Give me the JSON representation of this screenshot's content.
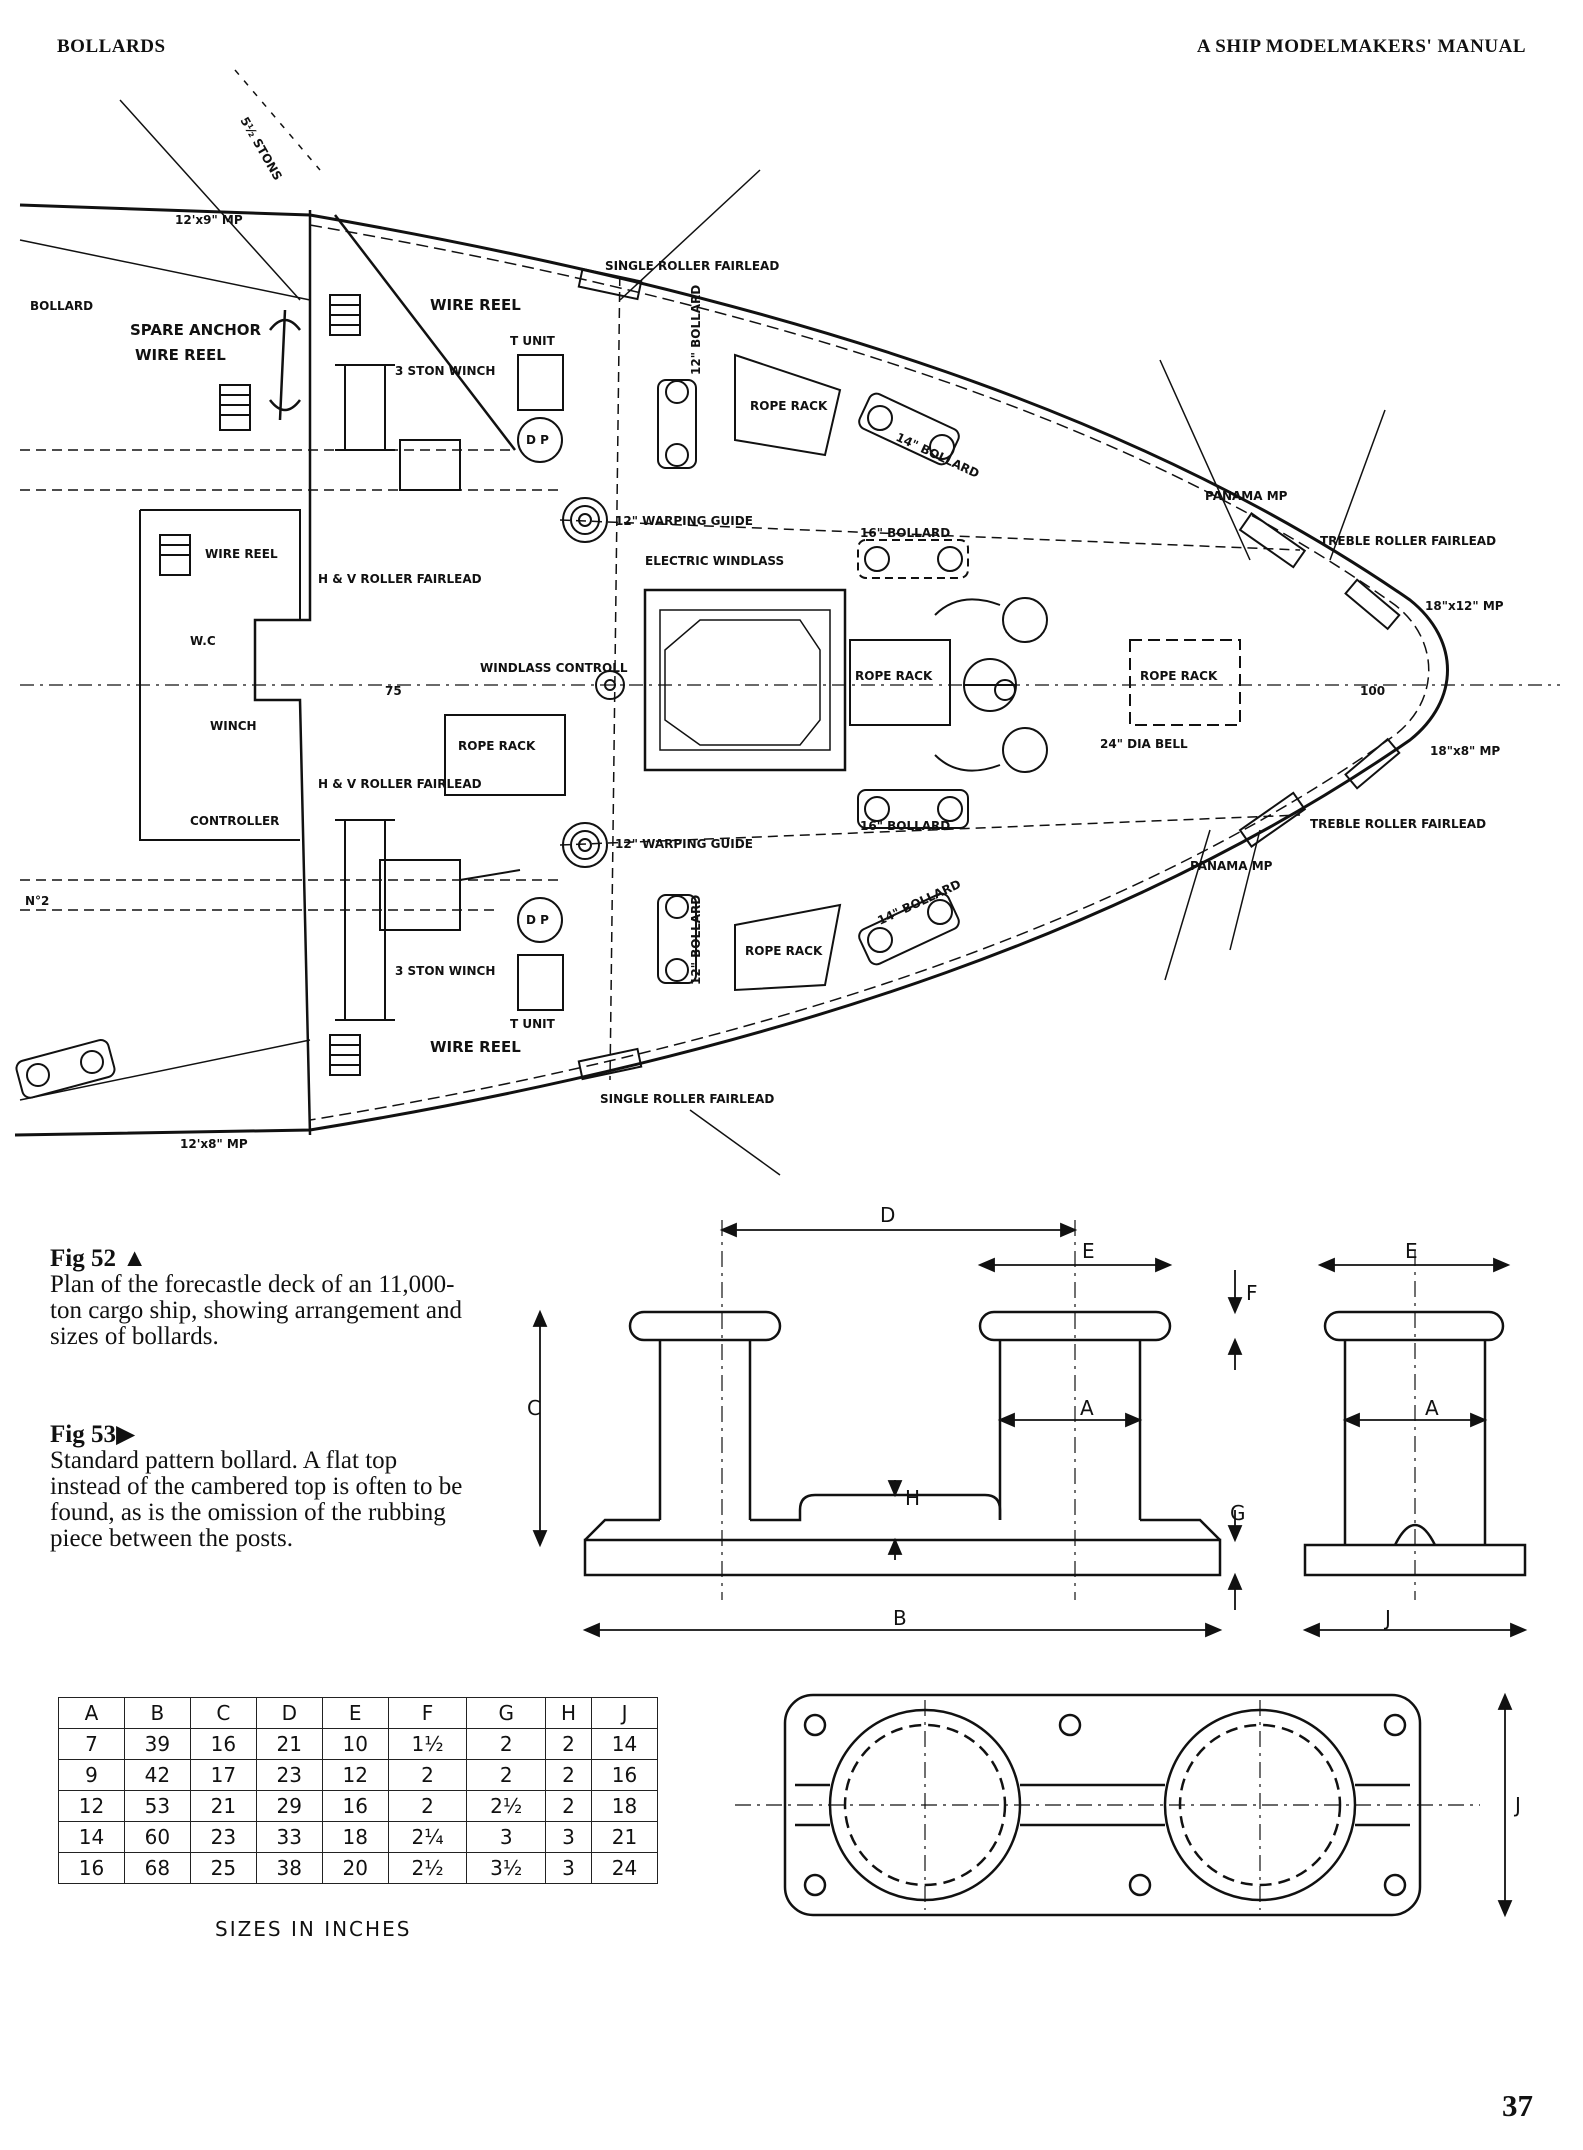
{
  "header": {
    "left": "BOLLARDS",
    "right": "A SHIP MODELMAKERS' MANUAL"
  },
  "plan_labels": {
    "stons": "5½ STONS",
    "mp_top": "12'x9\" MP",
    "bollard_left": "BOLLARD",
    "spare_anchor": "SPARE ANCHOR",
    "wire_reel": "WIRE REEL",
    "single_roller_fairlead": "SINGLE ROLLER FAIRLEAD",
    "t_unit": "T UNIT",
    "ston_winch": "3 STON WINCH",
    "dp": "D P",
    "rope_rack": "ROPE RACK",
    "bollard_12": "12\" BOLLARD",
    "bollard_14": "14\" BOLLARD",
    "bollard_16": "16\" BOLLARD",
    "warping_guide": "12\" WARPING GUIDE",
    "panama_mp": "PANAMA MP",
    "treble_roller_fairlead": "TREBLE ROLLER FAIRLEAD",
    "hv_roller_fairlead": "H & V ROLLER FAIRLEAD",
    "electric_windlass": "ELECTRIC WINDLASS",
    "windlass_control": "WINDLASS CONTROLL",
    "mp_18x12": "18\"x12\" MP",
    "mp_18x8": "18\"x8\" MP",
    "dia_bell": "24\" DIA BELL",
    "winch": "WINCH",
    "controller": "CONTROLLER",
    "wc": "W.C",
    "num_75": "75",
    "num_100": "100",
    "num_2": "N°2",
    "mp_bottom": "12'x8\" MP"
  },
  "captions": {
    "fig52_label": "Fig 52 ▲",
    "fig52_text": "Plan of the forecastle deck of an 11,000-ton cargo ship, showing arrangement and sizes of bollards.",
    "fig53_label": "Fig 53▶",
    "fig53_text": "Standard pattern bollard. A flat top instead of the cambered top is often to be found, as is the omission of the rubbing piece between the posts."
  },
  "bollard_drawing": {
    "dim_labels": {
      "A": "A",
      "B": "B",
      "C": "C",
      "D": "D",
      "E": "E",
      "F": "F",
      "G": "G",
      "H": "H",
      "J": "J"
    }
  },
  "sizes_table": {
    "headers": [
      "A",
      "B",
      "C",
      "D",
      "E",
      "F",
      "G",
      "H",
      "J"
    ],
    "rows": [
      [
        "7",
        "39",
        "16",
        "21",
        "10",
        "1½",
        "2",
        "2",
        "14"
      ],
      [
        "9",
        "42",
        "17",
        "23",
        "12",
        "2",
        "2",
        "2",
        "16"
      ],
      [
        "12",
        "53",
        "21",
        "29",
        "16",
        "2",
        "2½",
        "2",
        "18"
      ],
      [
        "14",
        "60",
        "23",
        "33",
        "18",
        "2¼",
        "3",
        "3",
        "21"
      ],
      [
        "16",
        "68",
        "25",
        "38",
        "20",
        "2½",
        "3½",
        "3",
        "24"
      ]
    ],
    "note": "SIZES IN INCHES"
  },
  "page_number": "37"
}
